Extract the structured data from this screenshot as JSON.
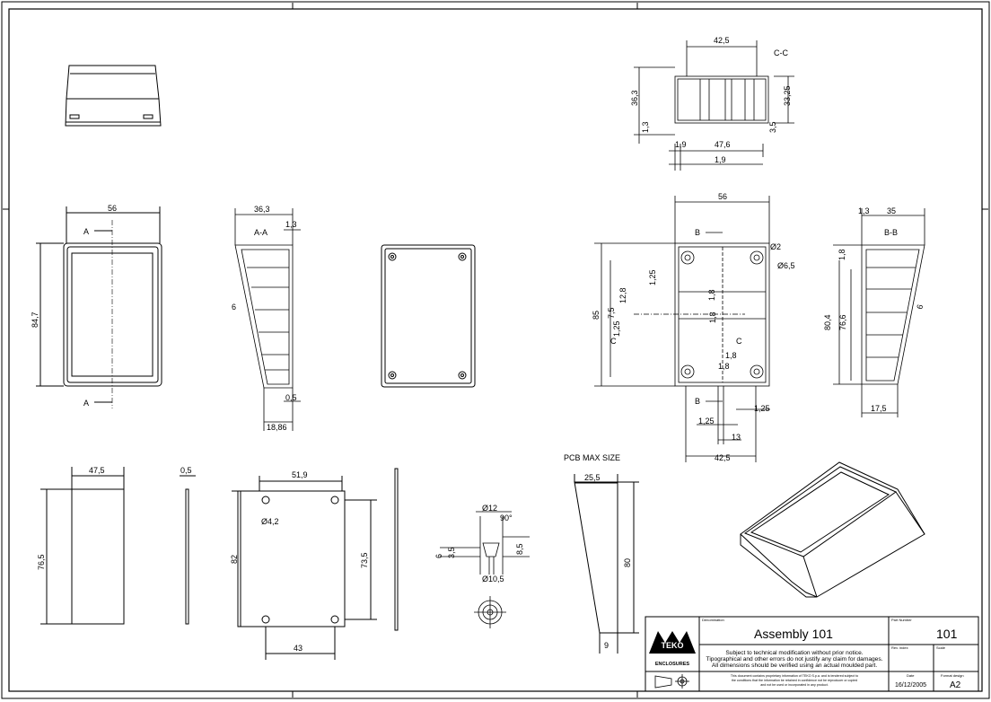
{
  "sheet": {
    "title_block": {
      "denomination_label": "Denomination",
      "title": "Assembly 101",
      "part_number_label": "Part Number",
      "part_number": "101",
      "notice_line1": "Subject to technical modification without prior notice.",
      "notice_line2": "Tipographical and other errors do not justify any claim for damages.",
      "notice_line3": "All dimensions should be verified using an actual moulded part.",
      "rev_index_label": "Rev. index",
      "scale_label": "Scale",
      "confidential_line1": "This document contains proprietary information of TEKO S.p.a. and is tendered subject to",
      "confidential_line2": "the conditions that the information be retained in confidence not be reproducer or copied",
      "confidential_line3": "and not be used or incorporated in any product.",
      "date_label": "Date",
      "date": "16/12/2005",
      "format_label": "Format design",
      "format": "A2",
      "logo_brand": "TEKO",
      "logo_caption": "ENCLOSURES"
    },
    "labels": {
      "section_cc": "C-C",
      "section_aa": "A-A",
      "section_bb": "B-B",
      "pcb_title": "PCB MAX SIZE",
      "marker_a": "A",
      "marker_b": "B",
      "marker_c": "C"
    },
    "dims": {
      "cc_width": "42,5",
      "cc_height": "36,3",
      "cc_inner_height": "33,25",
      "cc_wall_left": "1,3",
      "cc_wall_right": "3,5",
      "cc_bottom_left": "1,9",
      "cc_inner_width": "47,6",
      "cc_bottom": "1,9",
      "front_width": "56",
      "front_height": "84,7",
      "aa_width": "36,3",
      "aa_top_wall": "1,3",
      "aa_side": "6",
      "aa_bottom_wall": "0,5",
      "aa_base": "18,86",
      "top_width": "56",
      "top_hole_d": "Ø2",
      "top_boss_d": "Ø6,5",
      "top_height": "85",
      "top_rib1": "1,25",
      "top_rib2": "12,8",
      "top_rib3": "7,5",
      "top_rib4": "1,25",
      "top_rib5": "1,8",
      "top_rib6": "1,8",
      "top_rib7": "1,8",
      "top_rib8": "1,8",
      "top_bottom_rib1": "1,25",
      "top_bottom_rib2": "1,25",
      "top_bottom_13": "13",
      "top_bottom_width": "42,5",
      "bb_width": "35",
      "bb_top": "1,3",
      "bb_rib": "1,8",
      "bb_h1": "80,4",
      "bb_h2": "76,6",
      "bb_side": "6",
      "bb_base": "17,5",
      "panel_width": "47,5",
      "panel_thick": "0,5",
      "panel_height": "76,5",
      "pcb_width": "51,9",
      "pcb_hole": "Ø4,2",
      "pcb_height": "82",
      "pcb_inner_height": "73,5",
      "pcb_bottom": "43",
      "screw_head": "Ø12",
      "screw_angle": "90°",
      "screw_h1": "6",
      "screw_h2": "3,5",
      "screw_h3": "8,5",
      "screw_body": "Ø10,5",
      "pcbmax_top": "25,5",
      "pcbmax_height": "80",
      "pcbmax_bottom": "9"
    }
  }
}
